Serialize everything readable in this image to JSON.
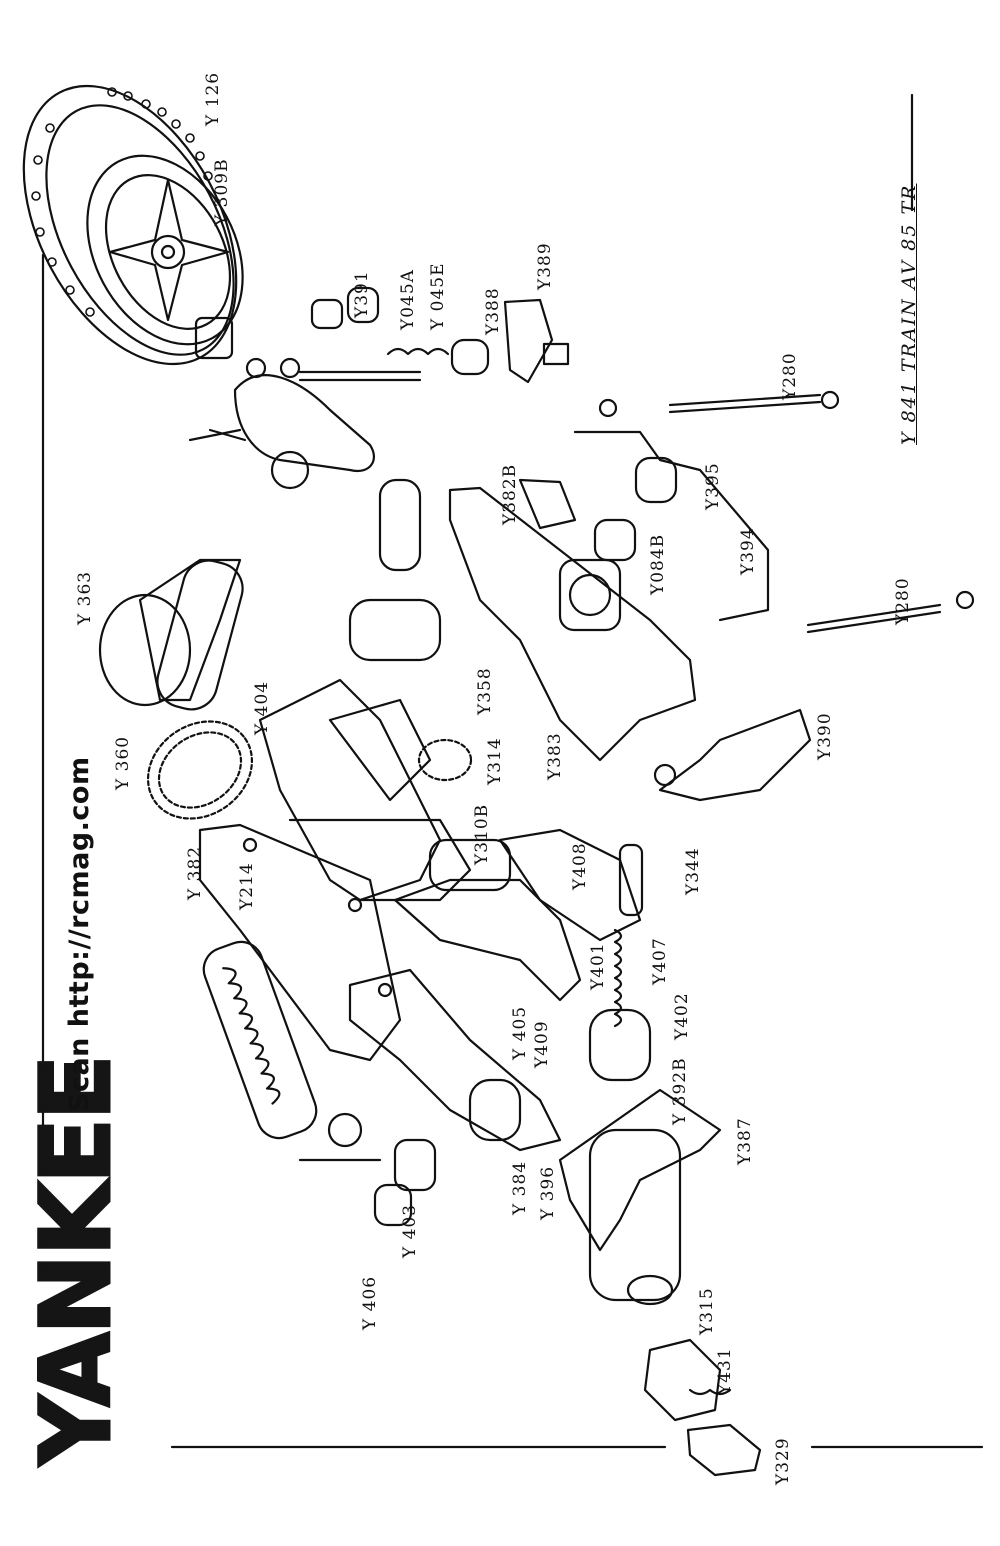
{
  "brand": {
    "logo_text": "YANKEE"
  },
  "scan_credit": "Scan http://rcmag.com",
  "sheet_title": "Y 841 TRAIN AV 85 TR",
  "parts": {
    "y126": "Y 126",
    "y309b": "Y 309B",
    "y391": "Y391",
    "y045a": "Y045A",
    "y045e": "Y 045E",
    "y388": "Y388",
    "y389": "Y389",
    "y280a": "Y280",
    "y280b": "Y280",
    "y395": "Y395",
    "y394": "Y394",
    "y382b": "Y382B",
    "y084b": "Y084B",
    "y363": "Y 363",
    "y360": "Y 360",
    "y404": "Y 404",
    "y358": "Y358",
    "y314": "Y314",
    "y310b": "Y310B",
    "y383": "Y383",
    "y390": "Y390",
    "y344": "Y344",
    "y408": "Y408",
    "y382": "Y 382",
    "y214": "Y214",
    "y401": "Y401",
    "y407": "Y407",
    "y402": "Y402",
    "y405": "Y 405",
    "y409": "Y409",
    "y392b": "Y 392B",
    "y387": "Y387",
    "y384": "Y 384",
    "y396": "Y 396",
    "y403": "Y 403",
    "y406": "Y 406",
    "y315": "Y315",
    "y431": "Y431",
    "y329": "Y329"
  }
}
